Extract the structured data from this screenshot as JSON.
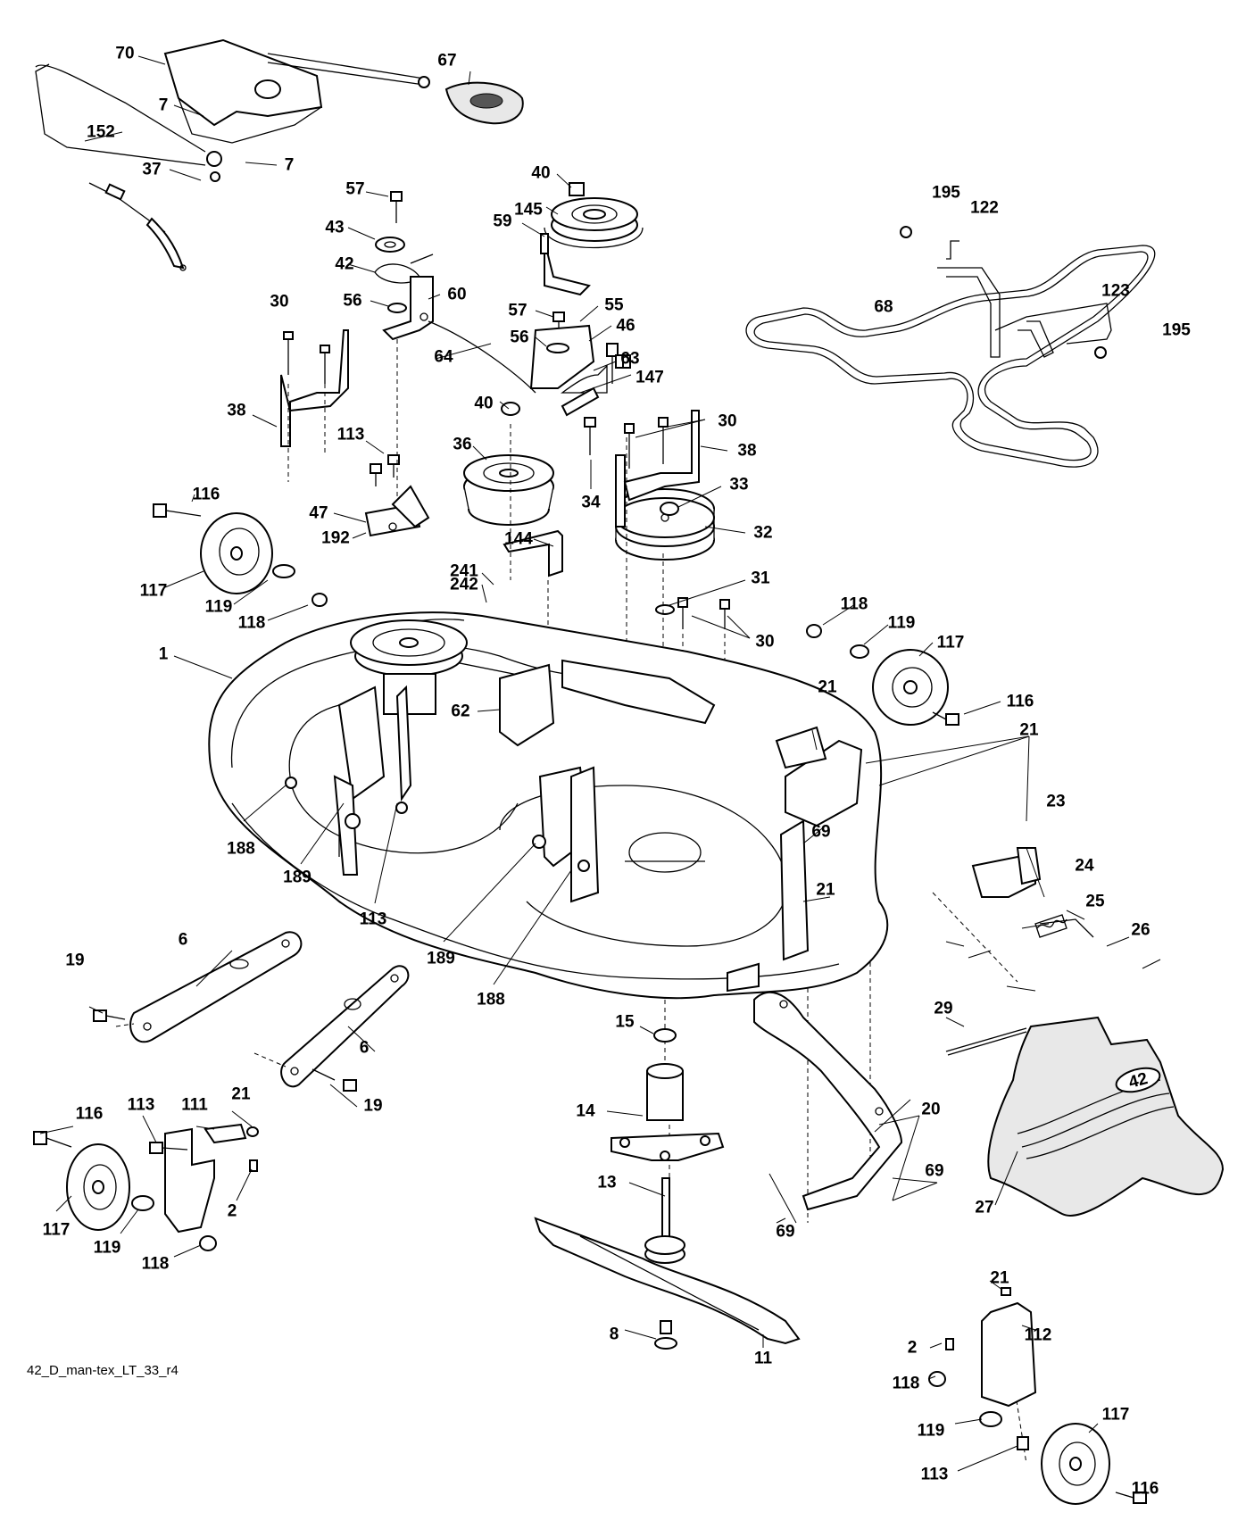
{
  "diagram_code": "42_D_man-tex_LT_33_r4",
  "deck_emblem_text": "42",
  "labels": [
    "70",
    "67",
    "7",
    "7",
    "152",
    "37",
    "57",
    "43",
    "42",
    "56",
    "60",
    "30",
    "38",
    "113",
    "47",
    "192",
    "116",
    "117",
    "119",
    "118",
    "40",
    "145",
    "59",
    "57",
    "55",
    "46",
    "56",
    "63",
    "147",
    "64",
    "40",
    "36",
    "30",
    "38",
    "34",
    "33",
    "32",
    "144",
    "241",
    "242",
    "31",
    "30",
    "1",
    "62",
    "188",
    "189",
    "113",
    "189",
    "188",
    "118",
    "119",
    "117",
    "116",
    "195",
    "122",
    "123",
    "195",
    "68",
    "21",
    "21",
    "69",
    "21",
    "23",
    "24",
    "25",
    "26",
    "6",
    "19",
    "6",
    "19",
    "116",
    "113",
    "111",
    "21",
    "2",
    "117",
    "119",
    "118",
    "15",
    "14",
    "13",
    "8",
    "11",
    "29",
    "27",
    "20",
    "69",
    "69",
    "21",
    "2",
    "112",
    "118",
    "119",
    "117",
    "113",
    "116"
  ]
}
